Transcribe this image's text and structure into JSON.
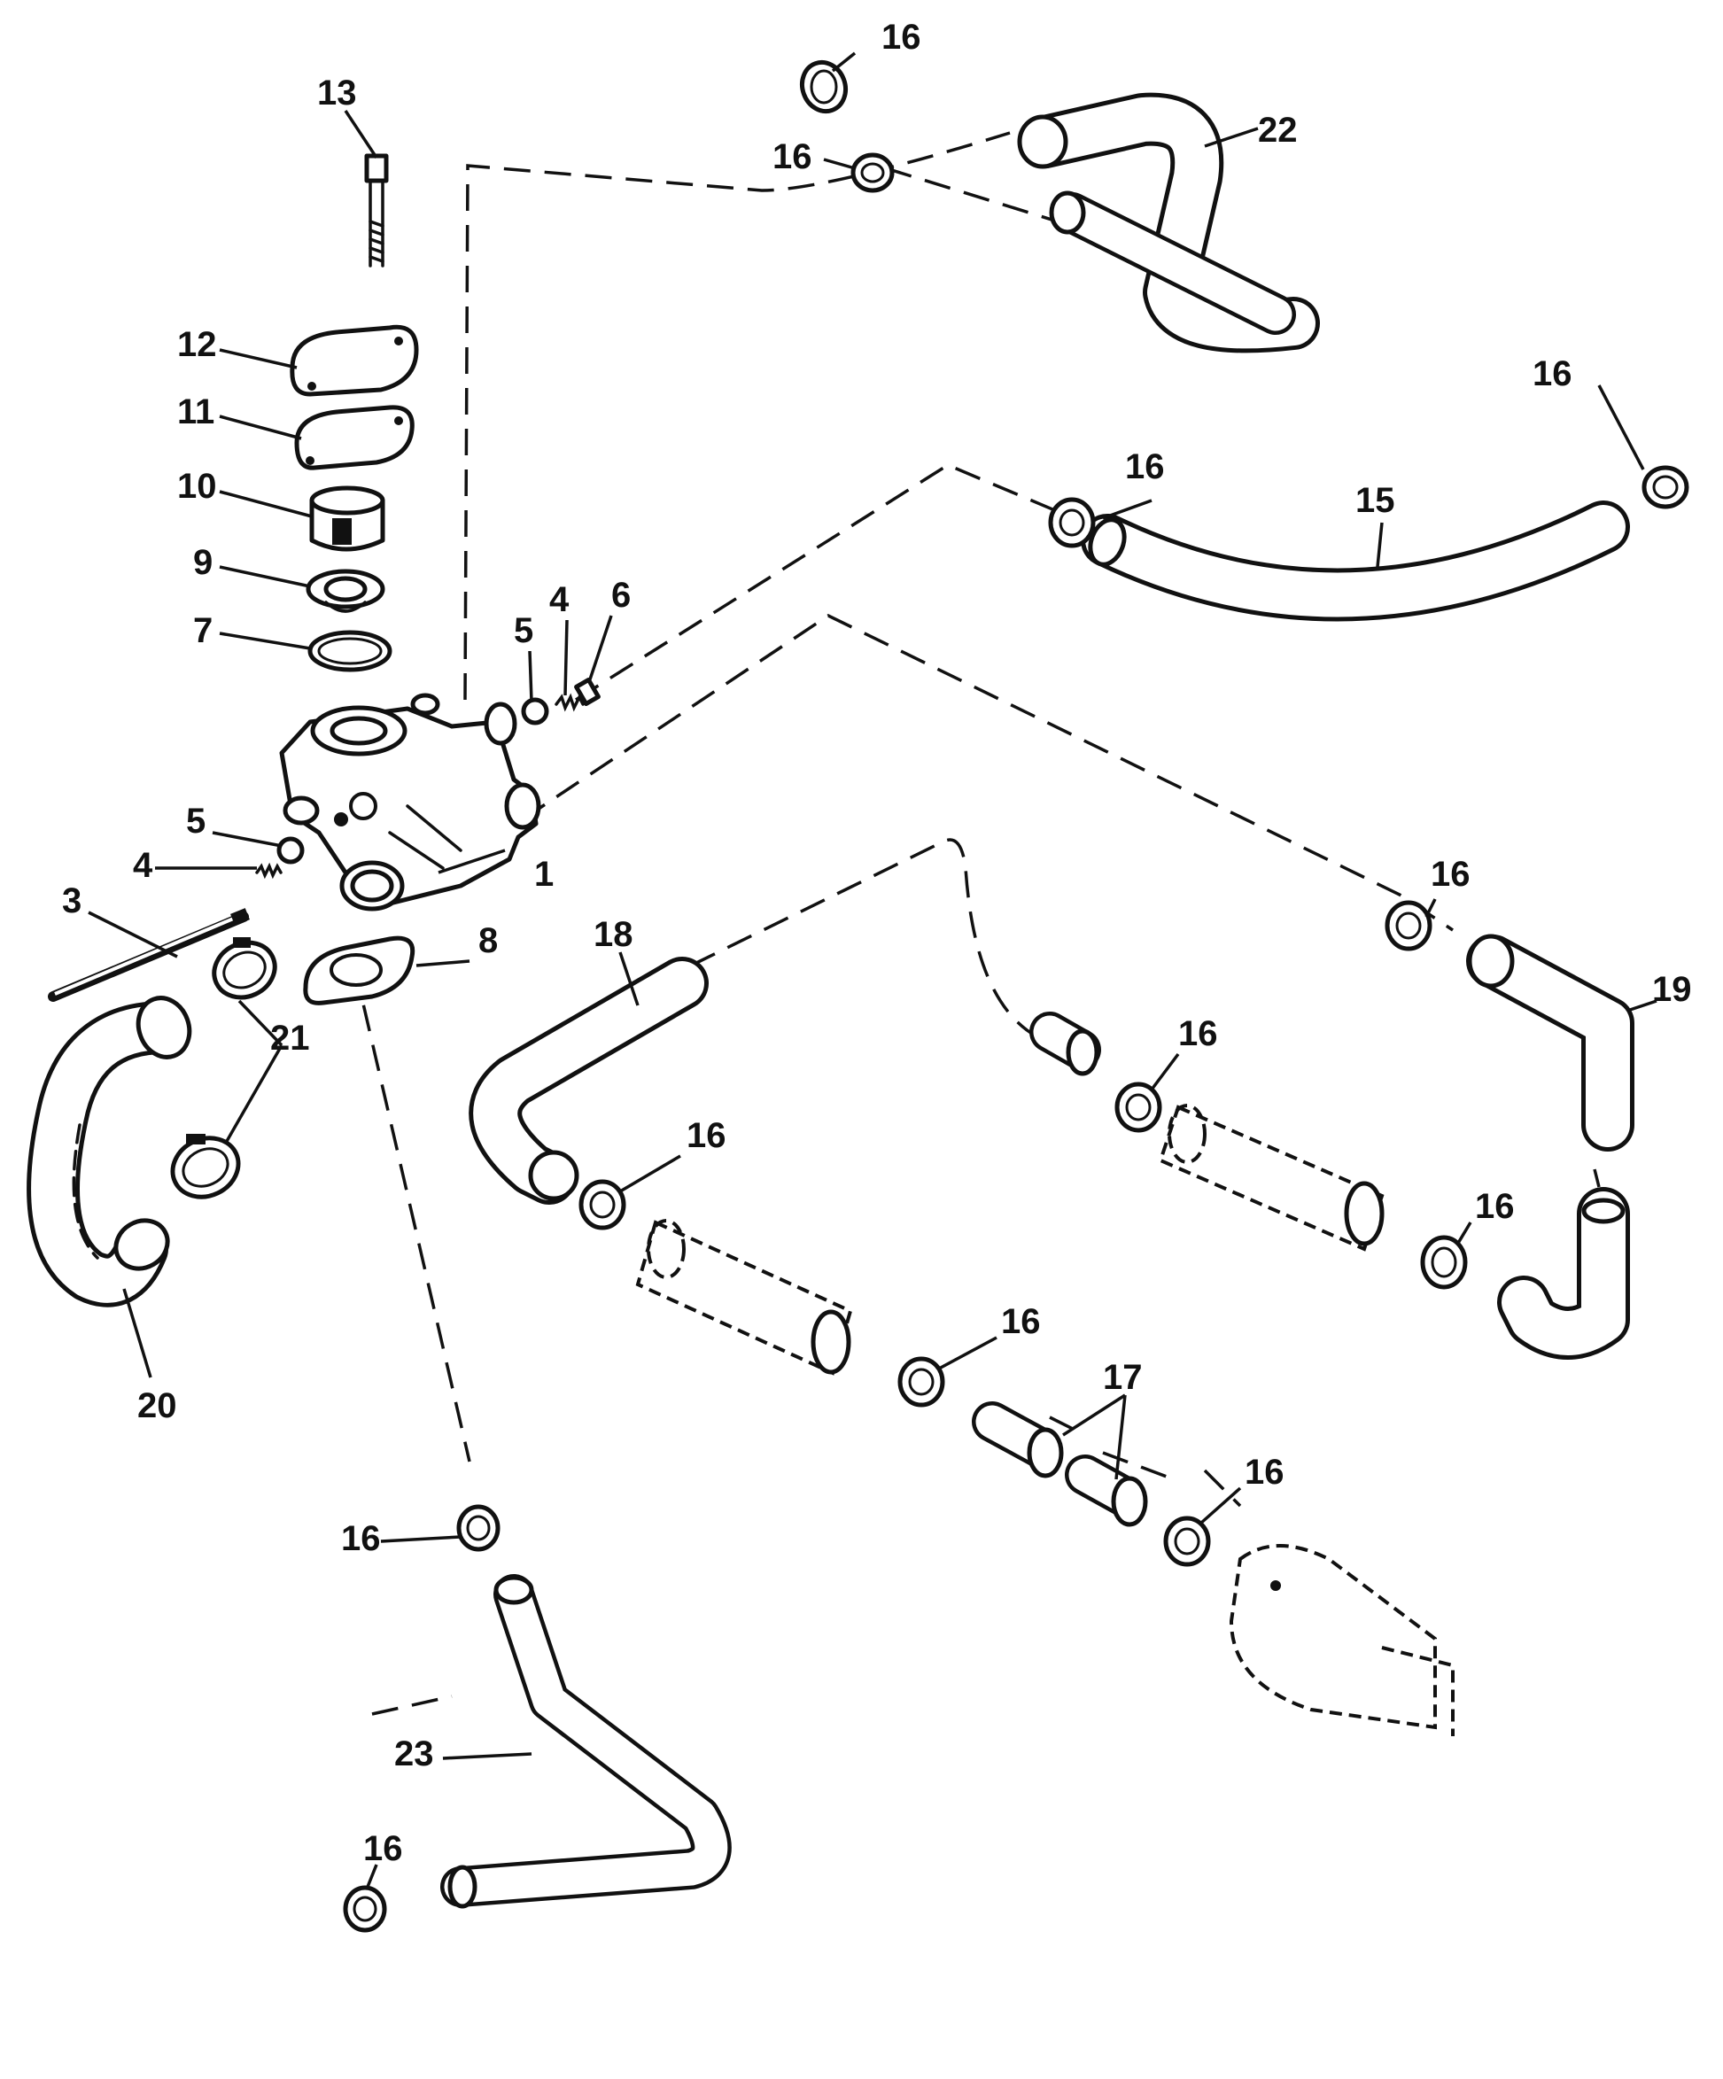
{
  "callouts": {
    "c1": "1",
    "c3": "3",
    "c4a": "4",
    "c4b": "4",
    "c5a": "5",
    "c5b": "5",
    "c6": "6",
    "c7": "7",
    "c8": "8",
    "c9": "9",
    "c10": "10",
    "c11": "11",
    "c12": "12",
    "c13": "13",
    "c15": "15",
    "c16a": "16",
    "c16b": "16",
    "c16c": "16",
    "c16d": "16",
    "c16e": "16",
    "c16f": "16",
    "c16g": "16",
    "c16h": "16",
    "c16i": "16",
    "c16j": "16",
    "c16k": "16",
    "c17": "17",
    "c18": "18",
    "c19": "19",
    "c20": "20",
    "c21": "21",
    "c22": "22",
    "c23": "23"
  }
}
